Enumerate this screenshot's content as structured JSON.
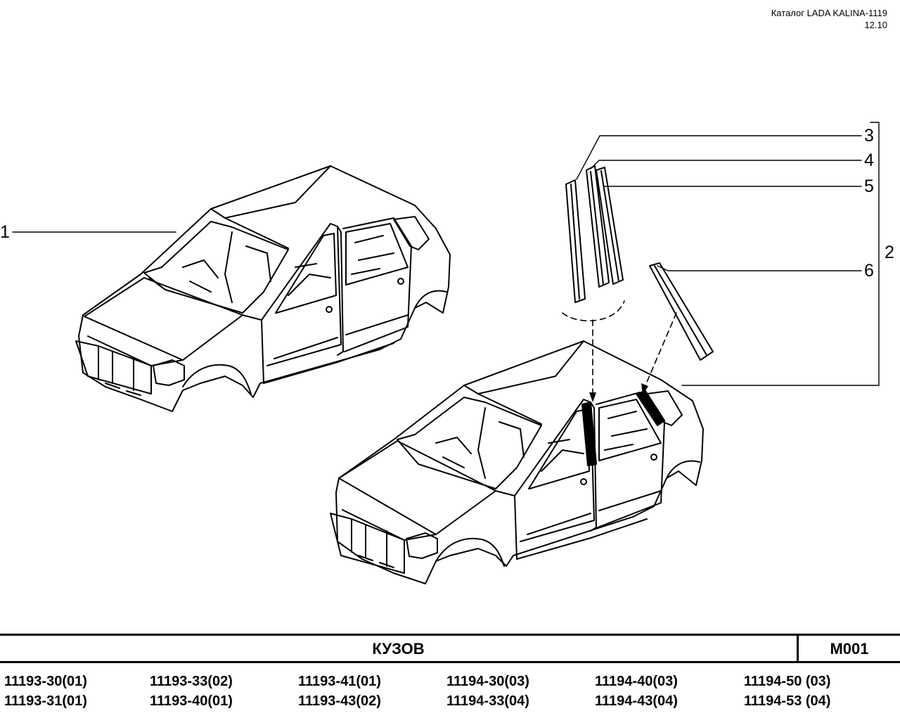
{
  "header": {
    "catalog_title": "Каталог LADA KALINA-1119",
    "edition": "12.10"
  },
  "callouts": [
    "1",
    "2",
    "3",
    "4",
    "5",
    "6"
  ],
  "section": {
    "title": "КУЗОВ",
    "code": "M001"
  },
  "model_columns": [
    [
      "11193-30(01)",
      "11193-31(01)"
    ],
    [
      "11193-33(02)",
      "11193-40(01)"
    ],
    [
      "11193-41(01)",
      "11193-43(02)"
    ],
    [
      "11194-30(03)",
      "11194-33(04)"
    ],
    [
      "11194-40(03)",
      "11194-43(04)"
    ],
    [
      "11194-50 (03)",
      "11194-53 (04)"
    ]
  ]
}
